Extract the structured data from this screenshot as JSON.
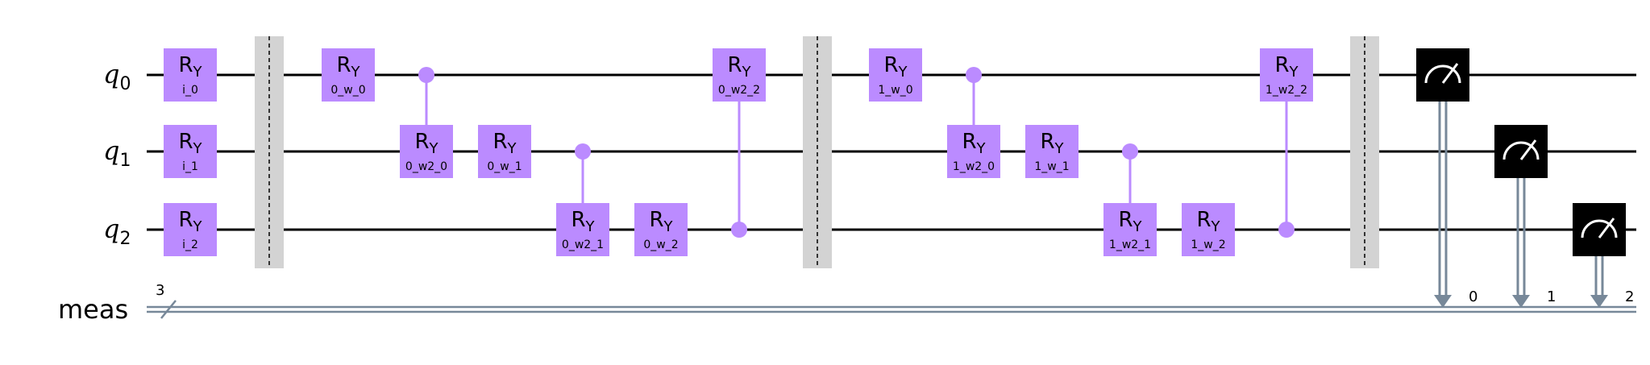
{
  "circuit": {
    "qubits": [
      {
        "base": "q",
        "index": "0"
      },
      {
        "base": "q",
        "index": "1"
      },
      {
        "base": "q",
        "index": "2"
      }
    ],
    "classical_register": {
      "name": "meas",
      "size": "3"
    },
    "colors": {
      "gate_fill": "#bb8bff",
      "wire": "#000000",
      "classical_wire": "#778899",
      "barrier": "#d3d3d3",
      "measure_fill": "#000000"
    },
    "gates": [
      {
        "col": 0,
        "qubit": 0,
        "label": "R",
        "sub": "Y",
        "param": "i_0"
      },
      {
        "col": 0,
        "qubit": 1,
        "label": "R",
        "sub": "Y",
        "param": "i_1"
      },
      {
        "col": 0,
        "qubit": 2,
        "label": "R",
        "sub": "Y",
        "param": "i_2"
      },
      {
        "col": 2,
        "qubit": 0,
        "label": "R",
        "sub": "Y",
        "param": "0_w_0"
      },
      {
        "col": 3,
        "qubit": 1,
        "label": "R",
        "sub": "Y",
        "param": "0_w2_0",
        "control": 0
      },
      {
        "col": 4,
        "qubit": 1,
        "label": "R",
        "sub": "Y",
        "param": "0_w_1"
      },
      {
        "col": 5,
        "qubit": 2,
        "label": "R",
        "sub": "Y",
        "param": "0_w2_1",
        "control": 1
      },
      {
        "col": 6,
        "qubit": 2,
        "label": "R",
        "sub": "Y",
        "param": "0_w_2"
      },
      {
        "col": 7,
        "qubit": 0,
        "label": "R",
        "sub": "Y",
        "param": "0_w2_2",
        "control": 2
      },
      {
        "col": 9,
        "qubit": 0,
        "label": "R",
        "sub": "Y",
        "param": "1_w_0"
      },
      {
        "col": 10,
        "qubit": 1,
        "label": "R",
        "sub": "Y",
        "param": "1_w2_0",
        "control": 0
      },
      {
        "col": 11,
        "qubit": 1,
        "label": "R",
        "sub": "Y",
        "param": "1_w_1"
      },
      {
        "col": 12,
        "qubit": 2,
        "label": "R",
        "sub": "Y",
        "param": "1_w2_1",
        "control": 1
      },
      {
        "col": 13,
        "qubit": 2,
        "label": "R",
        "sub": "Y",
        "param": "1_w_2"
      },
      {
        "col": 14,
        "qubit": 0,
        "label": "R",
        "sub": "Y",
        "param": "1_w2_2",
        "control": 2
      }
    ],
    "barriers": [
      1,
      8,
      15
    ],
    "measurements": [
      {
        "col": 16,
        "qubit": 0,
        "clbit": "0"
      },
      {
        "col": 17,
        "qubit": 1,
        "clbit": "1"
      },
      {
        "col": 18,
        "qubit": 2,
        "clbit": "2"
      }
    ]
  }
}
